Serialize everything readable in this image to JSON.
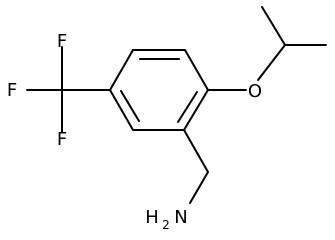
{
  "molecule": {
    "atoms": {
      "f_top": "F",
      "f_left": "F",
      "f_bottom": "F",
      "oxygen": "O",
      "amine_h": "H",
      "amine_h_count": "2",
      "amine_n": "N"
    }
  }
}
